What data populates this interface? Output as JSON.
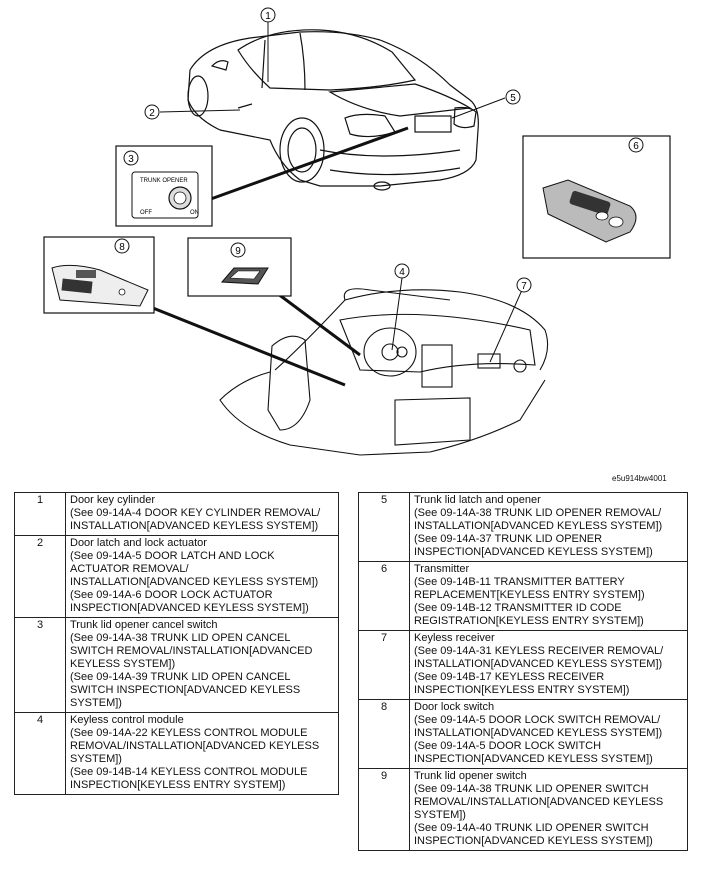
{
  "figure": {
    "callouts": [
      "1",
      "2",
      "3",
      "4",
      "5",
      "6",
      "7",
      "8",
      "9"
    ],
    "switch_label_top": "TRUNK OPENER",
    "switch_label_off": "OFF",
    "switch_label_on": "ON",
    "figure_code": "e5u914bw4001"
  },
  "left_table": [
    {
      "num": "1",
      "lines": [
        "Door key cylinder",
        "(See 09-14A-4 DOOR KEY CYLINDER REMOVAL/",
        "INSTALLATION[ADVANCED KEYLESS SYSTEM])"
      ]
    },
    {
      "num": "2",
      "lines": [
        "Door latch and lock actuator",
        "(See 09-14A-5 DOOR LATCH AND LOCK",
        "ACTUATOR REMOVAL/",
        "INSTALLATION[ADVANCED KEYLESS SYSTEM])",
        "(See 09-14A-6 DOOR LOCK ACTUATOR",
        "INSPECTION[ADVANCED KEYLESS SYSTEM])"
      ]
    },
    {
      "num": "3",
      "lines": [
        "Trunk lid opener cancel switch",
        "(See 09-14A-38 TRUNK LID OPEN CANCEL",
        "SWITCH REMOVAL/INSTALLATION[ADVANCED",
        "KEYLESS SYSTEM])",
        "(See 09-14A-39 TRUNK LID OPEN CANCEL",
        "SWITCH INSPECTION[ADVANCED KEYLESS",
        "SYSTEM])"
      ]
    },
    {
      "num": "4",
      "lines": [
        "Keyless control module",
        "(See 09-14A-22 KEYLESS CONTROL MODULE",
        "REMOVAL/INSTALLATION[ADVANCED KEYLESS",
        "SYSTEM])",
        "(See 09-14B-14 KEYLESS CONTROL MODULE",
        "INSPECTION[KEYLESS ENTRY SYSTEM])"
      ]
    }
  ],
  "right_table": [
    {
      "num": "5",
      "lines": [
        "Trunk lid latch and opener",
        "(See 09-14A-38 TRUNK LID OPENER REMOVAL/",
        "INSTALLATION[ADVANCED KEYLESS SYSTEM])",
        "(See 09-14A-37 TRUNK LID OPENER",
        "INSPECTION[ADVANCED KEYLESS SYSTEM])"
      ]
    },
    {
      "num": "6",
      "lines": [
        "Transmitter",
        "(See 09-14B-11 TRANSMITTER BATTERY",
        "REPLACEMENT[KEYLESS ENTRY SYSTEM])",
        "(See 09-14B-12 TRANSMITTER ID CODE",
        "REGISTRATION[KEYLESS ENTRY SYSTEM])"
      ]
    },
    {
      "num": "7",
      "lines": [
        "Keyless receiver",
        "(See 09-14A-31 KEYLESS RECEIVER REMOVAL/",
        "INSTALLATION[ADVANCED KEYLESS SYSTEM])",
        "(See 09-14B-17 KEYLESS RECEIVER",
        "INSPECTION[KEYLESS ENTRY SYSTEM])"
      ]
    },
    {
      "num": "8",
      "lines": [
        "Door lock switch",
        "(See 09-14A-5 DOOR LOCK SWITCH REMOVAL/",
        "INSTALLATION[ADVANCED KEYLESS SYSTEM])",
        "(See 09-14A-5 DOOR LOCK SWITCH",
        "INSPECTION[ADVANCED KEYLESS SYSTEM])"
      ]
    },
    {
      "num": "9",
      "lines": [
        "Trunk lid opener switch",
        "(See 09-14A-38 TRUNK LID OPENER SWITCH",
        "REMOVAL/INSTALLATION[ADVANCED KEYLESS",
        "SYSTEM])",
        "(See 09-14A-40 TRUNK LID OPENER SWITCH",
        "INSPECTION[ADVANCED KEYLESS SYSTEM])"
      ]
    }
  ]
}
